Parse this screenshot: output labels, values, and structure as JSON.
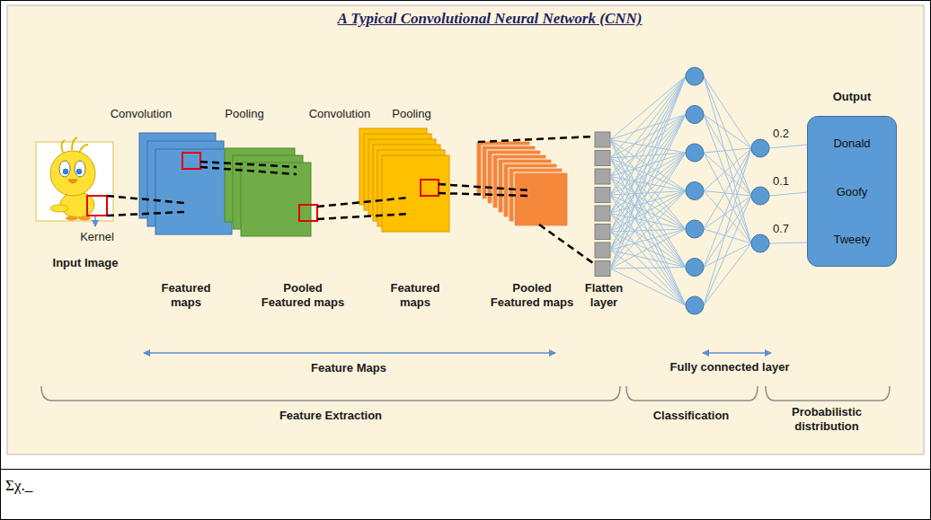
{
  "diagram": {
    "title": "A Typical Convolutional Neural Network (CNN)",
    "caption": "Σχ._",
    "nodes": [
      {
        "text": [
          "Output",
          "Donald",
          "Goofy",
          "Tweety"
        ]
      }
    ],
    "labels": [
      "Convolution",
      "Pooling",
      "Convolution",
      "Pooling",
      "0.2",
      "0.1",
      "0.7",
      "Kernel",
      "Input Image",
      "Featured maps",
      "Pooled Featured maps",
      "Featured maps",
      "Pooled Featured maps",
      "Flatten layer",
      "Feature Maps",
      "Fully connected layer",
      "Feature Extraction",
      "Classification",
      "Probabilistic distribution"
    ]
  }
}
